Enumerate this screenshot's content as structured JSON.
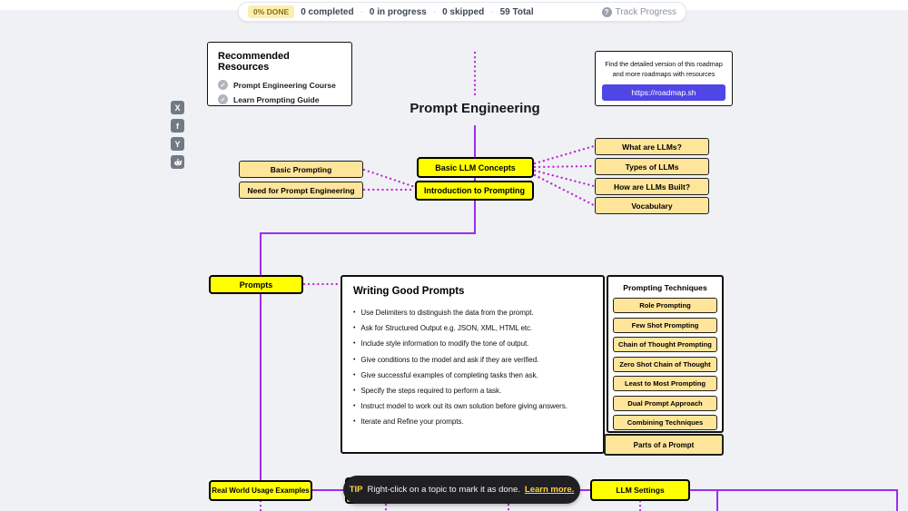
{
  "progress": {
    "badge": "0% DONE",
    "completed": "0 completed",
    "in_progress": "0 in progress",
    "skipped": "0 skipped",
    "total": "59 Total",
    "dot": "·",
    "track": "Track Progress",
    "track_icon": "?"
  },
  "resources": {
    "title": "Recommended Resources",
    "check_icon": "✓",
    "items": [
      "Prompt Engineering Course",
      "Learn Prompting Guide"
    ]
  },
  "promo": {
    "line1": "Find the detailed version of this roadmap",
    "line2": "and more roadmaps with resources",
    "button": "https://roadmap.sh"
  },
  "social": {
    "x": "X",
    "facebook": "f",
    "hackernews": "Y"
  },
  "title": "Prompt Engineering",
  "nodes": {
    "basic_prompting": "Basic Prompting",
    "need_for_prompt_engineering": "Need for Prompt Engineering",
    "basic_llm_concepts": "Basic LLM Concepts",
    "introduction_to_prompting": "Introduction to Prompting",
    "what_are_llms": "What are LLMs?",
    "types_of_llms": "Types of LLMs",
    "how_are_llms_built": "How are LLMs Built?",
    "vocabulary": "Vocabulary",
    "prompts": "Prompts",
    "real_world_usage_examples": "Real World Usage Examples",
    "llm_settings": "LLM Settings"
  },
  "writing": {
    "title": "Writing Good Prompts",
    "bullets": [
      "Use Delimiters to distinguish the data from the prompt.",
      "Ask for Structured Output e.g. JSON, XML, HTML etc.",
      "Include style information to modify the tone of output.",
      "Give conditions to the model and ask if they are verified.",
      "Give successful examples of completing tasks then ask.",
      "Specify the steps required to perform a task.",
      "Instruct model to work out its own solution before giving answers.",
      "Iterate and Refine your prompts."
    ]
  },
  "techniques": {
    "title": "Prompting Techniques",
    "items": [
      "Role Prompting",
      "Few Shot Prompting",
      "Chain of Thought Prompting",
      "Zero Shot Chain of Thought",
      "Least to Most Prompting",
      "Dual Prompt Approach",
      "Combining Techniques"
    ],
    "footer": "Parts of a Prompt"
  },
  "tip": {
    "label": "TIP",
    "text": "Right-click on a topic to mark it as done.",
    "link": "Learn more."
  },
  "colors": {
    "node_yellow": "#ffff00",
    "node_tan": "#ffe59a",
    "line_solid": "#9b2df0",
    "line_dotted": "#c026d3",
    "button_indigo": "#4f46e5",
    "tip_yellow": "#ffd43b"
  }
}
